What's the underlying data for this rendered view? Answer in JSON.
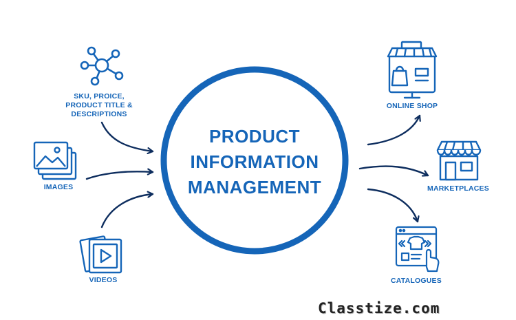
{
  "center": {
    "line1": "PRODUCT",
    "line2": "INFORMATION",
    "line3": "MANAGEMENT"
  },
  "inputs": {
    "sku": {
      "line1": "SKU, PROICE,",
      "line2": "PRODUCT TITLE &",
      "line3": "DESCRIPTIONS"
    },
    "images": "IMAGES",
    "videos": "VIDEOS"
  },
  "outputs": {
    "online_shop": "ONLINE SHOP",
    "marketplaces": "MARKETPLACES",
    "catalogues": "CATALOGUES"
  },
  "watermark": "Classtize.com",
  "colors": {
    "primary": "#1565b8",
    "arrow": "#0d2d5e"
  }
}
